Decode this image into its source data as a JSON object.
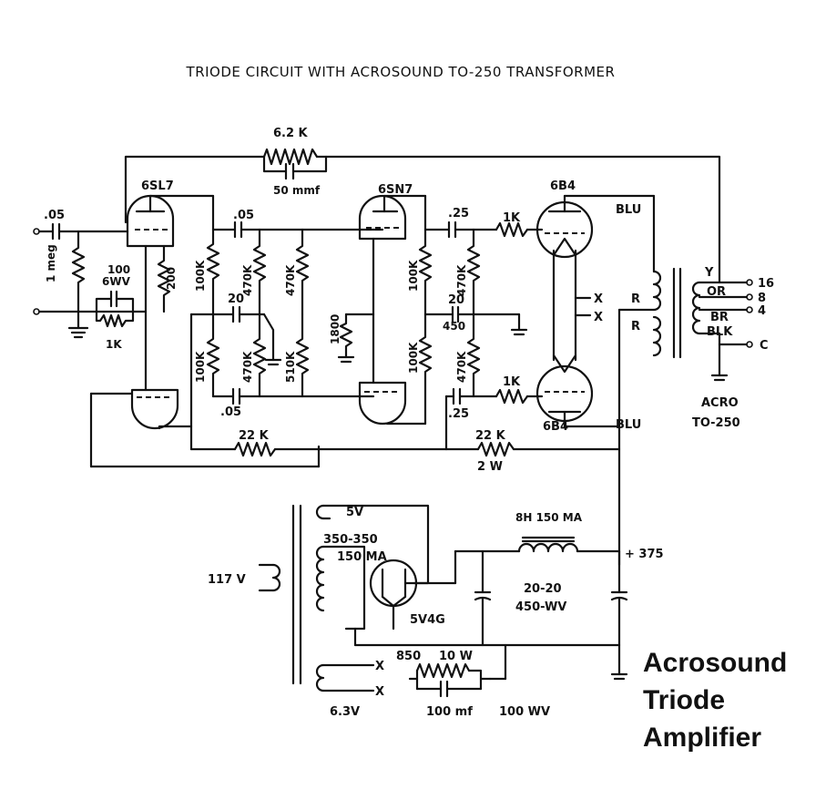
{
  "title": "TRIODE CIRCUIT WITH ACROSOUND TO-250 TRANSFORMER",
  "caption": [
    "Acrosound",
    "Triode",
    "Amplifier"
  ],
  "tubes": {
    "v1": "6SL7",
    "v2": "6SN7",
    "v3_top": "6B4",
    "v3_bottom": "6B4",
    "rectifier": "5V4G"
  },
  "components": {
    "fb_resistor": "6.2 K",
    "fb_cap": "50 mmf",
    "input_cap": ".05",
    "grid_res": "1 meg",
    "cathode_cap": "100",
    "cathode_cap_v": "6WV",
    "cathode_res": "1K",
    "r200": "200",
    "r100k_a": "100K",
    "r100k_b": "100K",
    "c05_top": ".05",
    "c20_left": "20",
    "c05_bot": ".05",
    "r470k_a": "470K",
    "r470k_b": "470K",
    "r470k_c": "470K",
    "r510k": "510K",
    "r1800": "1800",
    "r22k_left": "22 K",
    "c25_top": ".25",
    "c25_bot": ".25",
    "r100k_c": "100K",
    "r100k_d": "100K",
    "r470k_d": "470K",
    "r470k_e": "470K",
    "c20_right": "20",
    "c20_right_v": "450",
    "r1k_top": "1K",
    "r1k_bot": "1K",
    "r22k_right": "22 K",
    "r22k_right_w": "2 W",
    "x1": "X",
    "x2": "X",
    "blu_top": "BLU",
    "blu_bot": "BLU",
    "r_top": "R",
    "r_bot": "R",
    "out_y": "Y",
    "out_or": "OR",
    "out_br": "BR",
    "out_blk": "BLK",
    "tap16": "16",
    "tap8": "8",
    "tap4": "4",
    "tapc": "C",
    "acro": "ACRO",
    "to250": "TO-250",
    "v5": "5V",
    "v350": "350-350",
    "ma150": "150 MA",
    "v117": "117 V",
    "choke": "8H 150 MA",
    "b_plus": "+ 375",
    "filter_caps": "20-20",
    "filter_wv": "450-WV",
    "r850": "850",
    "w10": "10 W",
    "x3": "X",
    "x4": "X",
    "v63": "6.3V",
    "mf100": "100 mf",
    "wv100": "100 WV"
  }
}
